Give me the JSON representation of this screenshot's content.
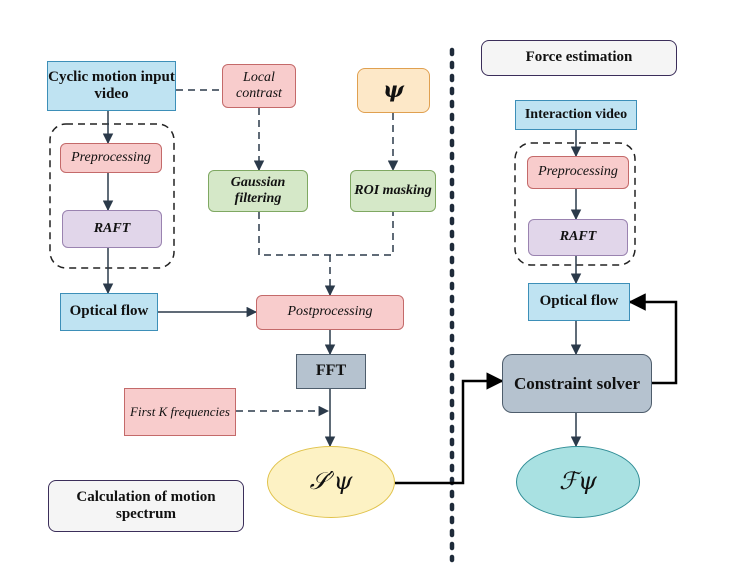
{
  "nodes": {
    "cyclic_input": "Cyclic motion input video",
    "local_contrast": "Local contrast",
    "psi": "ψ",
    "preprocessing_left": "Preprocessing",
    "raft_left": "RAFT",
    "gaussian": "Gaussian filtering",
    "roi": "ROI masking",
    "optical_flow_left": "Optical flow",
    "postprocessing": "Postprocessing",
    "fft": "FFT",
    "first_k": "First K frequencies",
    "spectrum": "𝒮′ψ",
    "calc_label": "Calculation of motion spectrum",
    "force_estimation": "Force estimation",
    "interaction_video": "Interaction video",
    "preprocessing_right": "Preprocessing",
    "raft_right": "RAFT",
    "optical_flow_right": "Optical flow",
    "constraint_solver": "Constraint solver",
    "force": "ℱψ"
  },
  "colors": {
    "blue_fill": "#bfe3f2",
    "red_fill": "#f8cccc",
    "green_fill": "#d5e8c8",
    "purple_fill": "#e1d6ea",
    "orange_fill": "#fde8c8",
    "slate_fill": "#b5c2cf",
    "yellow_ellipse": "#fdf2c4",
    "teal_ellipse": "#a9e1e2"
  }
}
